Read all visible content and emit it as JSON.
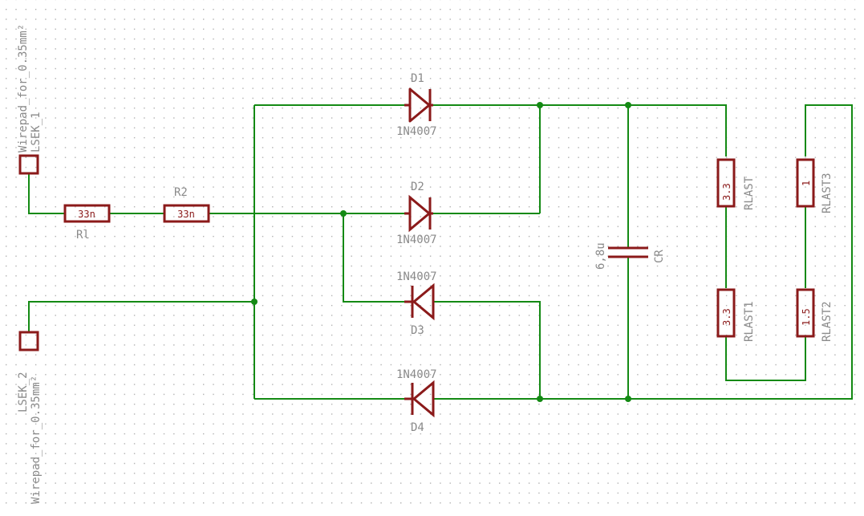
{
  "colors": {
    "wire": "#148a14",
    "symbol": "#8b1a1a",
    "label": "#8a8a8a",
    "grid": "#b0b0b0"
  },
  "pads": {
    "lsek1": {
      "name": "LSEK_1",
      "value": "Wirepad_for_0.35mm²"
    },
    "lsek2": {
      "name": "LSEK_2",
      "value": "Wirepad_for_0.35mm²"
    }
  },
  "resistors": {
    "r1": {
      "name": "Rl",
      "value": "33n"
    },
    "r2": {
      "name": "R2",
      "value": "33n"
    }
  },
  "diodes": {
    "d1": {
      "name": "D1",
      "value": "1N4007"
    },
    "d2": {
      "name": "D2",
      "value": "1N4007"
    },
    "d3": {
      "name": "D3",
      "value": "1N4007"
    },
    "d4": {
      "name": "D4",
      "value": "1N4007"
    }
  },
  "capacitor": {
    "name": "CR",
    "value": "6,8u"
  },
  "loads": {
    "rlast": {
      "name": "RLAST",
      "value": "3.3"
    },
    "rlast1": {
      "name": "RLAST1",
      "value": "3.3"
    },
    "rlast2": {
      "name": "RLAST2",
      "value": "1.5"
    },
    "rlast3": {
      "name": "RLAST3",
      "value": "1"
    }
  }
}
